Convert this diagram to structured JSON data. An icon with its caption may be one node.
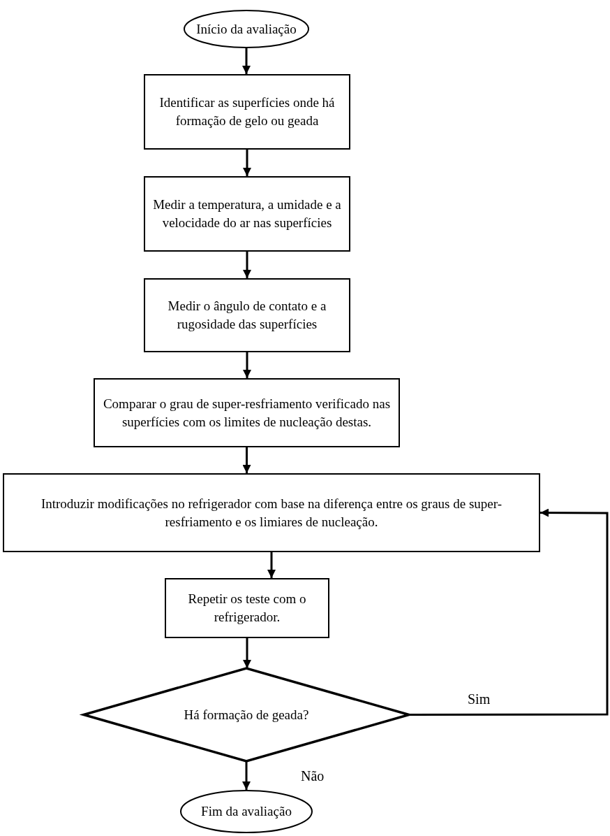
{
  "diagram": {
    "nodes": [
      {
        "text": [
          "Início da avaliação"
        ]
      },
      {
        "text": [
          "Identificar as superfícies onde há formação de gelo ou geada"
        ]
      },
      {
        "text": [
          "Medir a temperatura, a umidade e a velocidade do ar nas superfícies"
        ]
      },
      {
        "text": [
          "Medir o ângulo de contato e a rugosidade das superfícies"
        ]
      },
      {
        "text": [
          "Comparar o grau de super-resfriamento verificado nas superfícies com os limites de nucleação destas."
        ]
      },
      {
        "text": [
          "Introduzir modificações no refrigerador com base na diferença entre os graus de super-resfriamento e os limiares de nucleação."
        ]
      },
      {
        "text": [
          "Repetir os teste com o refrigerador."
        ]
      },
      {
        "text": [
          "Há formação de geada?"
        ]
      },
      {
        "text": [
          "Fim da avaliação"
        ]
      }
    ],
    "edges": [
      {
        "from": 0,
        "to": 1,
        "arrow": "to"
      },
      {
        "from": 1,
        "to": 2,
        "arrow": "to"
      },
      {
        "from": 2,
        "to": 3,
        "arrow": "to"
      },
      {
        "from": 3,
        "to": 4,
        "arrow": "to"
      },
      {
        "from": 4,
        "to": 5,
        "arrow": "to"
      },
      {
        "from": 5,
        "to": 6,
        "arrow": "to"
      },
      {
        "from": 6,
        "to": 7,
        "arrow": "to"
      },
      {
        "from": 7,
        "to": 5,
        "arrow": "to",
        "label": "Sim"
      },
      {
        "from": 7,
        "to": 8,
        "arrow": "to",
        "label": "Não"
      }
    ]
  }
}
